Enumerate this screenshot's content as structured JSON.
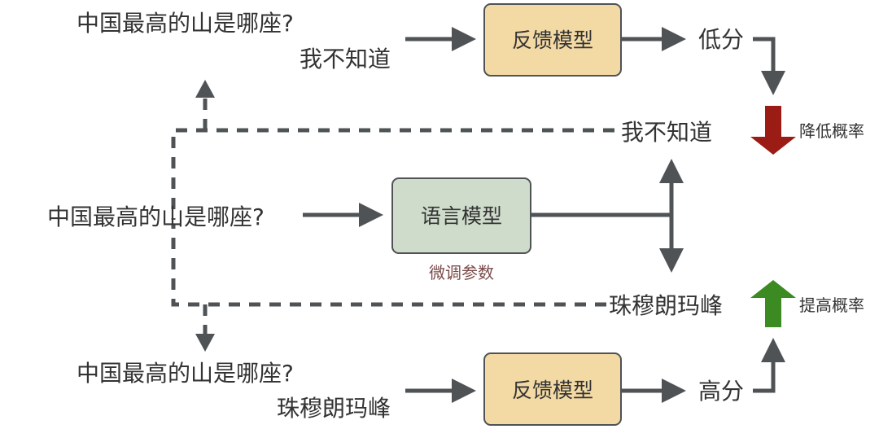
{
  "top": {
    "question": "中国最高的山是哪座?",
    "answer": "我不知道",
    "feedback_model": "反馈模型",
    "score": "低分"
  },
  "middle": {
    "question": "中国最高的山是哪座?",
    "language_model": "语言模型",
    "finetune_note": "微调参数",
    "output_bad": "我不知道",
    "output_good": "珠穆朗玛峰",
    "decrease_label": "降低概率",
    "increase_label": "提高概率"
  },
  "bottom": {
    "question": "中国最高的山是哪座?",
    "answer": "珠穆朗玛峰",
    "feedback_model": "反馈模型",
    "score": "高分"
  },
  "colors": {
    "feedback_box_fill": "#f3d9a4",
    "language_box_fill": "#cfdccc",
    "arrow_gray": "#4f5356",
    "decrease_red": "#9b1c14",
    "increase_green": "#3b8a22"
  }
}
